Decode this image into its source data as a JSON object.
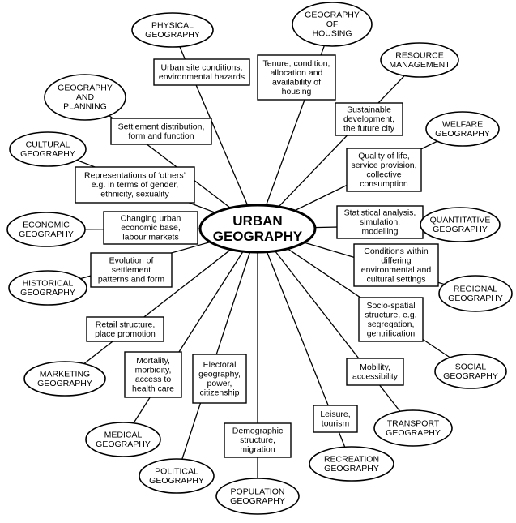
{
  "center": {
    "lines": [
      "URBAN",
      "GEOGRAPHY"
    ]
  },
  "branches": [
    {
      "id": "physical",
      "label": [
        "PHYSICAL",
        "GEOGRAPHY"
      ],
      "link": [
        "Urban site conditions,",
        "environmental hazards"
      ]
    },
    {
      "id": "housing",
      "label": [
        "GEOGRAPHY",
        "OF",
        "HOUSING"
      ],
      "link": [
        "Tenure, condition,",
        "allocation and",
        "availability of",
        "housing"
      ]
    },
    {
      "id": "resource",
      "label": [
        "RESOURCE",
        "MANAGEMENT"
      ],
      "link": [
        "Sustainable",
        "development,",
        "the future city"
      ]
    },
    {
      "id": "welfare",
      "label": [
        "WELFARE",
        "GEOGRAPHY"
      ],
      "link": [
        "Quality of life,",
        "service provision,",
        "collective",
        "consumption"
      ]
    },
    {
      "id": "quantitative",
      "label": [
        "QUANTITATIVE",
        "GEOGRAPHY"
      ],
      "link": [
        "Statistical analysis,",
        "simulation,",
        "modelling"
      ]
    },
    {
      "id": "regional",
      "label": [
        "REGIONAL",
        "GEOGRAPHY"
      ],
      "link": [
        "Conditions within",
        "differing",
        "environmental and",
        "cultural settings"
      ]
    },
    {
      "id": "social",
      "label": [
        "SOCIAL",
        "GEOGRAPHY"
      ],
      "link": [
        "Socio-spatial",
        "structure, e.g.",
        "segregation,",
        "gentrification"
      ]
    },
    {
      "id": "transport",
      "label": [
        "TRANSPORT",
        "GEOGRAPHY"
      ],
      "link": [
        "Mobility,",
        "accessibility"
      ]
    },
    {
      "id": "recreation",
      "label": [
        "RECREATION",
        "GEOGRAPHY"
      ],
      "link": [
        "Leisure,",
        "tourism"
      ]
    },
    {
      "id": "population",
      "label": [
        "POPULATION",
        "GEOGRAPHY"
      ],
      "link": [
        "Demographic",
        "structure,",
        "migration"
      ]
    },
    {
      "id": "political",
      "label": [
        "POLITICAL",
        "GEOGRAPHY"
      ],
      "link": [
        "Electoral",
        "geography,",
        "power,",
        "citizenship"
      ]
    },
    {
      "id": "medical",
      "label": [
        "MEDICAL",
        "GEOGRAPHY"
      ],
      "link": [
        "Mortality,",
        "morbidity,",
        "access to",
        "health care"
      ]
    },
    {
      "id": "marketing",
      "label": [
        "MARKETING",
        "GEOGRAPHY"
      ],
      "link": [
        "Retail structure,",
        "place promotion"
      ]
    },
    {
      "id": "historical",
      "label": [
        "HISTORICAL",
        "GEOGRAPHY"
      ],
      "link": [
        "Evolution of",
        "settlement",
        "patterns and form"
      ]
    },
    {
      "id": "economic",
      "label": [
        "ECONOMIC",
        "GEOGRAPHY"
      ],
      "link": [
        "Changing urban",
        "economic base,",
        "labour markets"
      ]
    },
    {
      "id": "cultural",
      "label": [
        "CULTURAL",
        "GEOGRAPHY"
      ],
      "link": [
        "Representations of ‘others’",
        "e.g. in terms of gender,",
        "ethnicity, sexuality"
      ]
    },
    {
      "id": "planning",
      "label": [
        "GEOGRAPHY",
        "AND",
        "PLANNING"
      ],
      "link": [
        "Settlement distribution,",
        "form and function"
      ]
    }
  ]
}
